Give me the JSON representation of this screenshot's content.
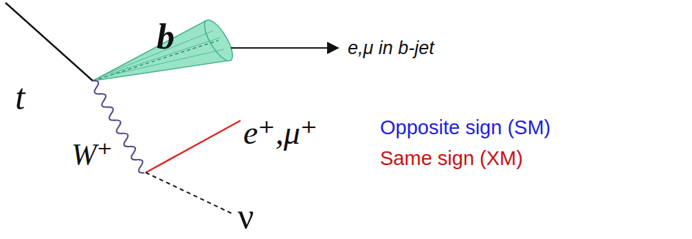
{
  "diagram": {
    "labels": [
      "t",
      "b",
      "W⁺",
      "e⁺,μ⁺",
      "ν",
      "e,μ in b-jet",
      "Opposite sign (SM)",
      "Same sign (XM)"
    ]
  }
}
